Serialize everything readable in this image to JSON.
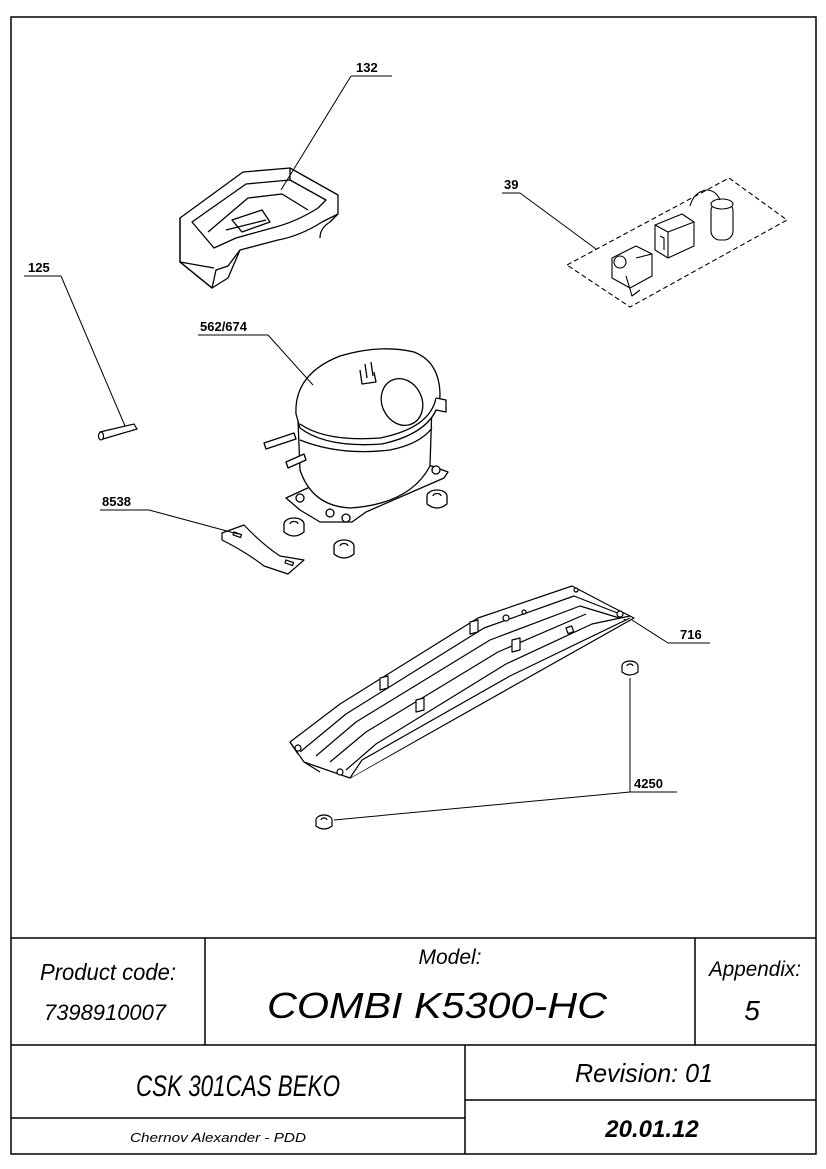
{
  "callouts": {
    "c132": "132",
    "c39": "39",
    "c125": "125",
    "c562": "562/674",
    "c8538": "8538",
    "c716": "716",
    "c4250": "4250"
  },
  "title_block": {
    "product_code_label": "Product code:",
    "product_code": "7398910007",
    "model_label": "Model:",
    "model": "COMBI K5300-HC",
    "appendix_label": "Appendix:",
    "appendix": "5",
    "product_name": "CSK 301CAS BEKO",
    "revision": "Revision: 01",
    "author": "Chernov Alexander - PDD",
    "date": "20.01.12"
  }
}
